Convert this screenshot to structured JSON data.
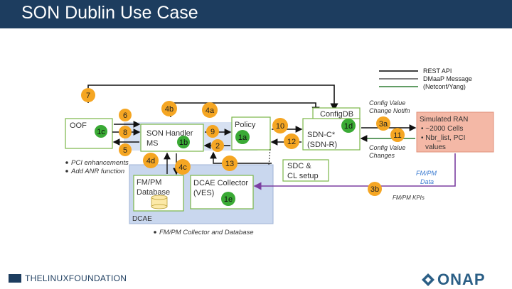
{
  "slide": {
    "title": "SON Dublin Use Case"
  },
  "legend": {
    "items": [
      {
        "label": "REST API",
        "color": "#000000"
      },
      {
        "label": "DMaaP Message",
        "color": "#555555"
      },
      {
        "label": "(Netconf/Yang)",
        "color": "#2e7d32"
      }
    ]
  },
  "boxes": {
    "oof": "OOF",
    "son_handler_1": "SON Handler",
    "son_handler_2": "MS",
    "policy": "Policy",
    "configdb": "ConfigDB",
    "sdnc_1": "SDN-C*",
    "sdnc_2": "(SDN-R)",
    "sdc_1": "SDC &",
    "sdc_2": "CL setup",
    "fmpm_db_1": "FM/PM",
    "fmpm_db_2": "Database",
    "dcae_collector_1": "DCAE Collector",
    "dcae_collector_2": "(VES)",
    "dcae": "DCAE",
    "ran_1": "Simulated RAN",
    "ran_2": "• ~2000 Cells",
    "ran_3": "• Nbr_list, PCI",
    "ran_4": "values"
  },
  "markers": {
    "m7": "7",
    "m6": "6",
    "m8": "8",
    "m5": "5",
    "m4b": "4b",
    "m4a": "4a",
    "m4d": "4d",
    "m4c": "4c",
    "m9": "9",
    "m2": "2",
    "m13": "13",
    "m10": "10",
    "m12": "12",
    "m3a": "3a",
    "m11": "11",
    "m3b": "3b",
    "m1c": "1c",
    "m1b": "1b",
    "m1a": "1a",
    "m1d": "1d",
    "m1e": "1e"
  },
  "annotations": {
    "config_value_change_1": "Config Value",
    "config_value_change_2": "Change Notifn",
    "config_value_changes_1": "Config Value",
    "config_value_changes_2": "Changes",
    "fmpm_data_1": "FM/PM",
    "fmpm_data_2": "Data",
    "fmpm_kpis": "FM/PM KPIs",
    "pci_enhancements": "PCI enhancements",
    "add_anr": "Add ANR function",
    "fmpm_collector": "FM/PM Collector and Database"
  },
  "footer": {
    "linux_foundation": "THELINUXFOUNDATION",
    "onap": "ONAP"
  },
  "colors": {
    "header": "#1d3d5f",
    "orange": "#f5a623",
    "green": "#3aaa35",
    "dcae_fill": "#c9d7ee",
    "ran_fill": "#f4b8a6",
    "purple": "#7b3fa0",
    "blue_text": "#3b7bd1"
  }
}
